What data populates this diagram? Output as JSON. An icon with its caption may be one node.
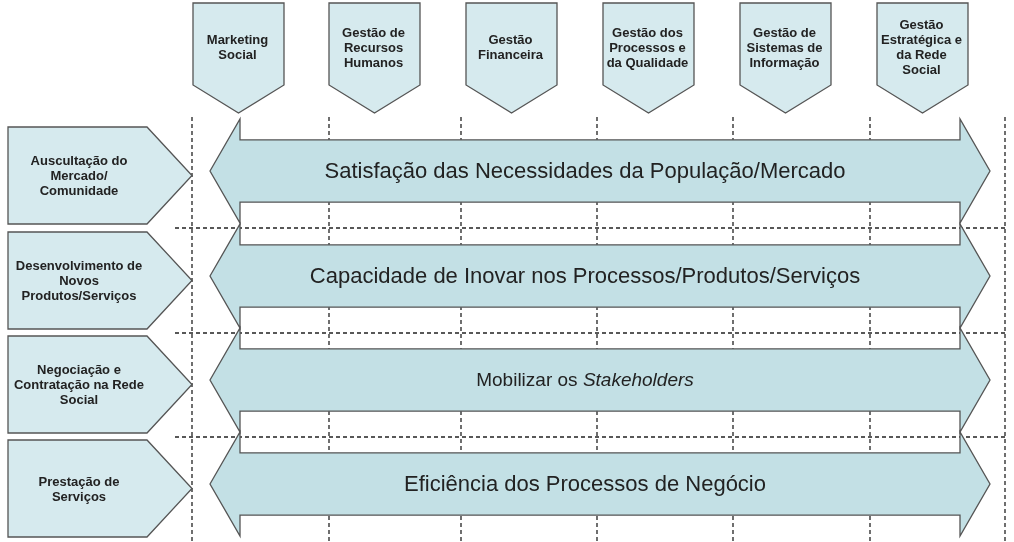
{
  "diagram": {
    "nodes": [
      {
        "text": [
          "Marketing Social"
        ]
      },
      {
        "text": [
          "Gestão de Recursos Humanos"
        ]
      },
      {
        "text": [
          "Gestão Financeira"
        ]
      },
      {
        "text": [
          "Gestão dos Processos e da Qualidade"
        ]
      },
      {
        "text": [
          "Gestão de Sistemas de Informação"
        ]
      },
      {
        "text": [
          "Gestão Estratégica e da Rede Social"
        ]
      },
      {
        "text": [
          "Auscultação do Mercado/ Comunidade"
        ]
      },
      {
        "text": [
          "Satisfação das Necessidades da População/Mercado"
        ]
      },
      {
        "text": [
          "Desenvolvimento de Novos Produtos/Serviços"
        ]
      },
      {
        "text": [
          "Capacidade de Inovar nos Processos/Produtos/Serviços"
        ]
      },
      {
        "text": [
          "Negociação e Contratação na Rede Social"
        ]
      },
      {
        "text": [
          "Mobilizar os *Stakeholders*"
        ]
      },
      {
        "text": [
          "Prestação de Serviços"
        ]
      },
      {
        "text": [
          "Eficiência dos Processos de Negócio"
        ]
      }
    ],
    "edges": []
  }
}
